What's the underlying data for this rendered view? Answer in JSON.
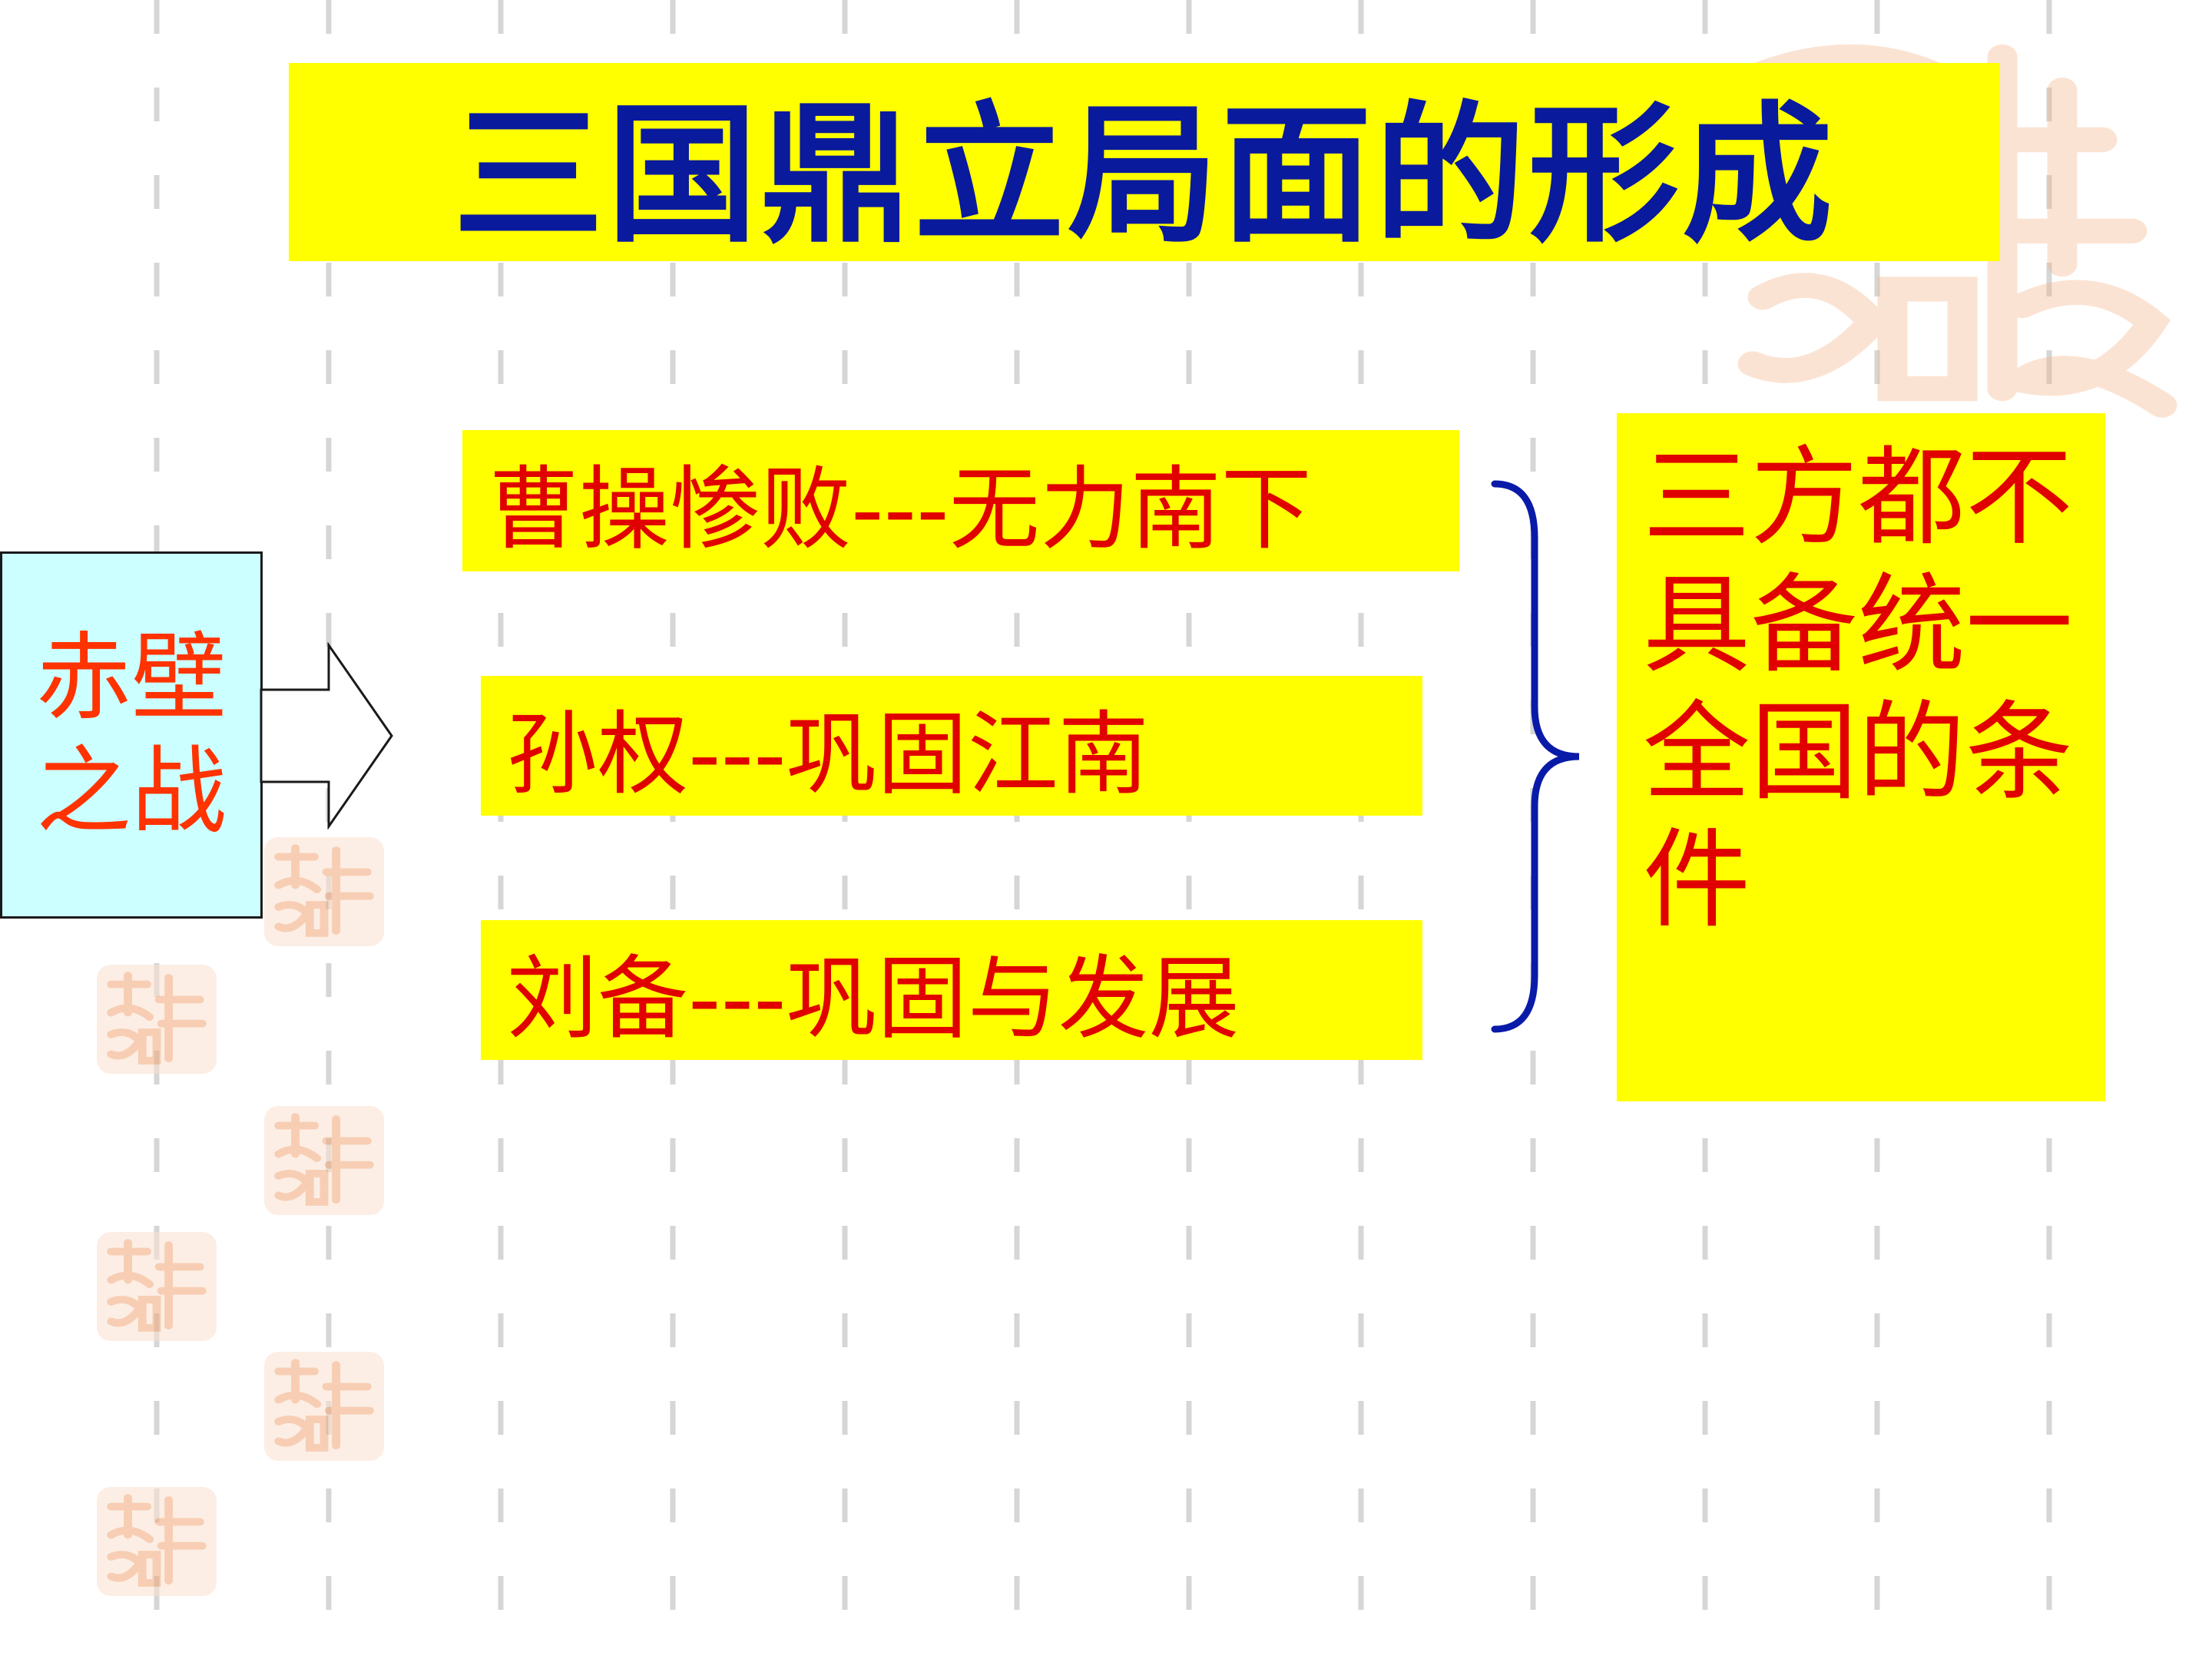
{
  "title": "三国鼎立局面的形成",
  "cause": {
    "label": "赤壁之战"
  },
  "results": [
    {
      "label": "曹操惨败---无力南下"
    },
    {
      "label": "孙权---巩固江南"
    },
    {
      "label": "刘备---巩固与发展"
    }
  ],
  "conclusion": {
    "label": "三方都不具备统一全国的条件"
  },
  "colors": {
    "title_text": "#0a1a9c",
    "highlight_fill": "#ffff00",
    "result_text": "#e00000",
    "cause_fill": "#ccffff",
    "cause_text": "#ff3300",
    "brace_stroke": "#0a1aa8",
    "stamp_tint": "#f4b183"
  },
  "decorations": {
    "background_pattern": "dashed-grid-lines",
    "stamp_icon": "auspicious-seal-stamp-icon"
  }
}
